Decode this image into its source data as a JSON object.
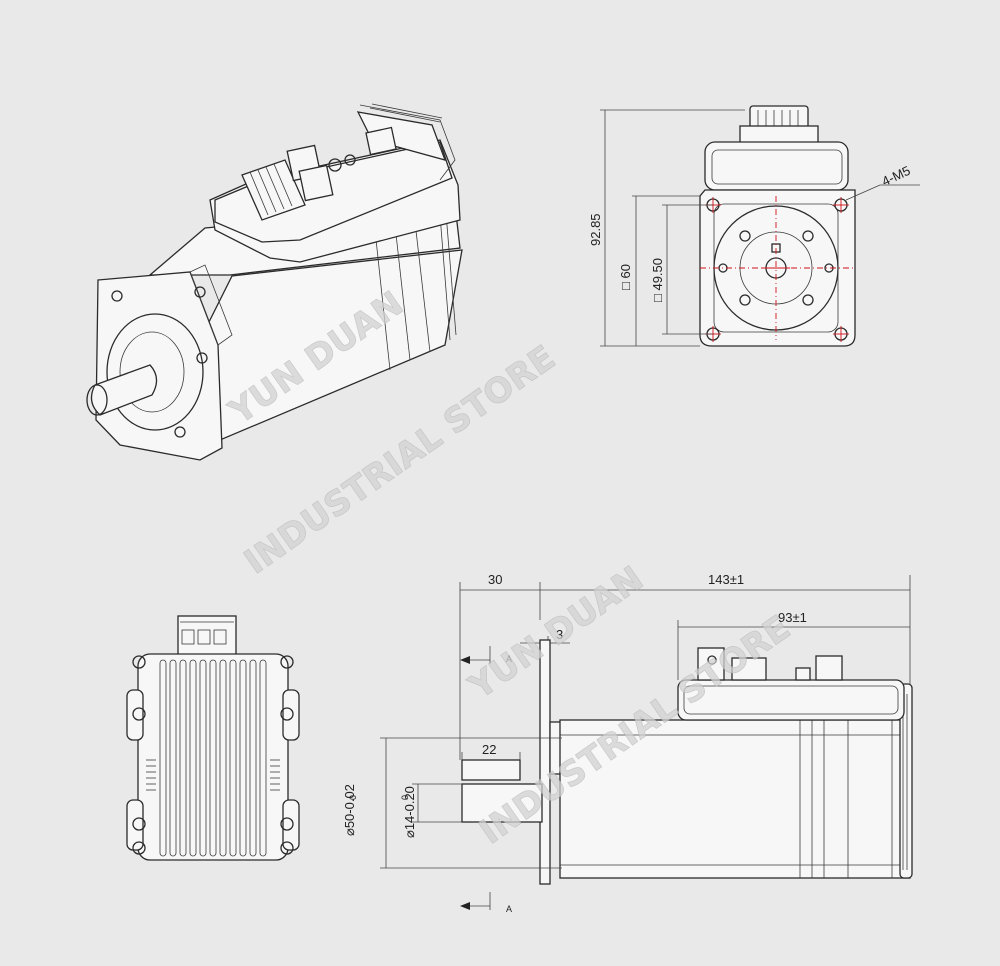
{
  "watermark": {
    "line1": "YUN DUAN",
    "line2": "INDUSTRIAL STORE"
  },
  "front_view": {
    "dim_overall": "92.85",
    "dim_flange": "□ 60",
    "dim_pilot": "□ 49.50",
    "thread_callout": "4-M5"
  },
  "side_view": {
    "dim_shaft_length": "30",
    "dim_total_length": "143±1",
    "dim_body_length": "93±1",
    "dim_flange_thickness": "3",
    "dim_key_length": "22",
    "dim_pilot_diameter": "⌀50-0.02",
    "dim_pilot_upper": "0",
    "dim_shaft_diameter": "⌀14-0.20",
    "dim_shaft_upper": "0",
    "section_label": "A"
  }
}
